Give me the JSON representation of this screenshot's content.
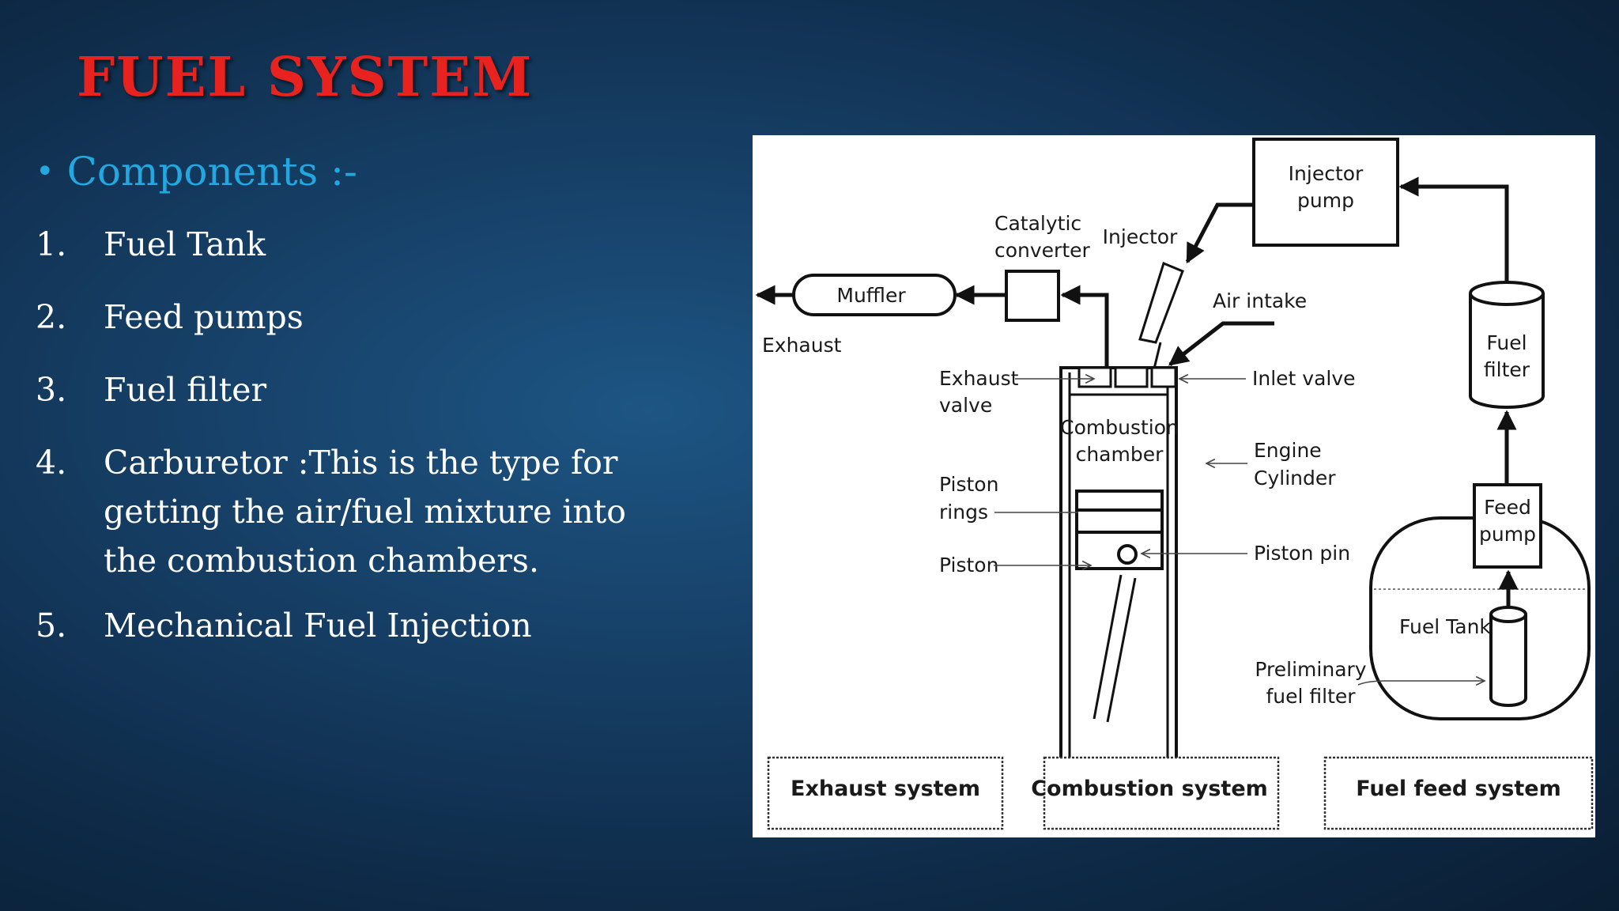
{
  "slide": {
    "title": "FUEL SYSTEM",
    "title_color": "#e8221e",
    "components_heading": "Components :-",
    "heading_color": "#23a7e0",
    "items": [
      {
        "num": "1.",
        "text": "Fuel Tank"
      },
      {
        "num": "2.",
        "text": "Feed pumps"
      },
      {
        "num": "3.",
        "text": "Fuel  filter"
      },
      {
        "num": "4.",
        "text": "Carburetor  :This is the type for getting the air/fuel mixture into the combustion chambers."
      },
      {
        "num": "5.",
        "text": "Mechanical Fuel Injection"
      }
    ]
  },
  "diagram": {
    "labels": {
      "injector_pump": [
        "Injector",
        "pump"
      ],
      "catalytic_converter": [
        "Catalytic",
        "converter"
      ],
      "injector": "Injector",
      "air_intake": "Air intake",
      "muffler": "Muffler",
      "exhaust": "Exhaust",
      "exhaust_valve": [
        "Exhaust",
        "valve"
      ],
      "inlet_valve": "Inlet valve",
      "combustion_chamber": [
        "Combustion",
        "chamber"
      ],
      "engine_cylinder": [
        "Engine",
        "Cylinder"
      ],
      "piston_rings": [
        "Piston",
        "rings"
      ],
      "piston": "Piston",
      "piston_pin": "Piston pin",
      "fuel_filter": [
        "Fuel",
        "filter"
      ],
      "feed_pump": [
        "Feed",
        "pump"
      ],
      "fuel_tank": "Fuel Tank",
      "preliminary_fuel_filter": [
        "Preliminary",
        "fuel filter"
      ]
    },
    "systems": [
      "Exhaust system",
      "Combustion system",
      "Fuel feed system"
    ]
  }
}
